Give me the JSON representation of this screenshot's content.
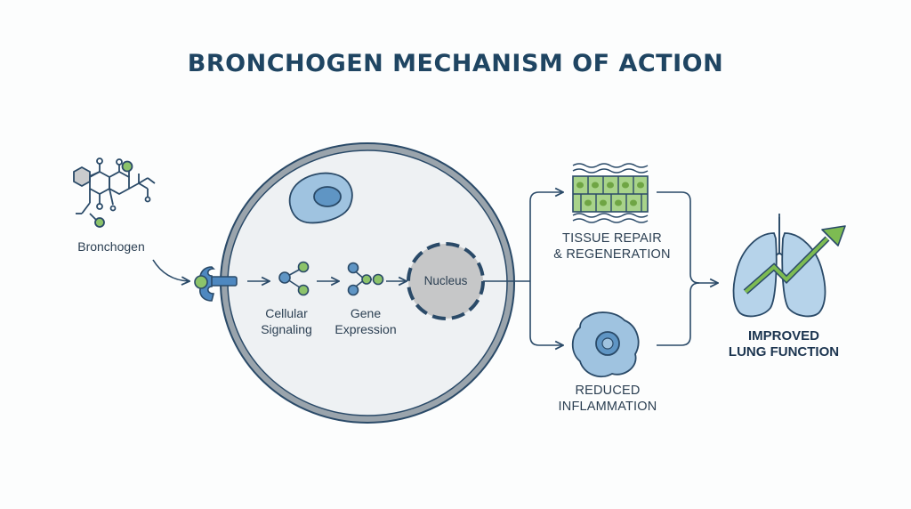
{
  "title": "BRONCHOGEN MECHANISM OF ACTION",
  "molecule": {
    "label": "Bronchogen",
    "icon": "molecule-structure-icon"
  },
  "cell": {
    "signaling_line1": "Cellular",
    "signaling_line2": "Signaling",
    "expression_line1": "Gene",
    "expression_line2": "Expression",
    "nucleus": "Nucleus"
  },
  "outcomes": {
    "tissue_line1": "TISSUE REPAIR",
    "tissue_line2": "& REGENERATION",
    "inflammation_line1": "REDUCED",
    "inflammation_line2": "INFLAMMATION",
    "lung_line1": "IMPROVED",
    "lung_line2": "LUNG FUNCTION"
  },
  "colors": {
    "dark_blue": "#2a4a68",
    "cell_fill": "#eef1f3",
    "blue_fill": "#9fc3e0",
    "green": "#7dbb52",
    "nucleus_fill": "#c6c7c8"
  }
}
